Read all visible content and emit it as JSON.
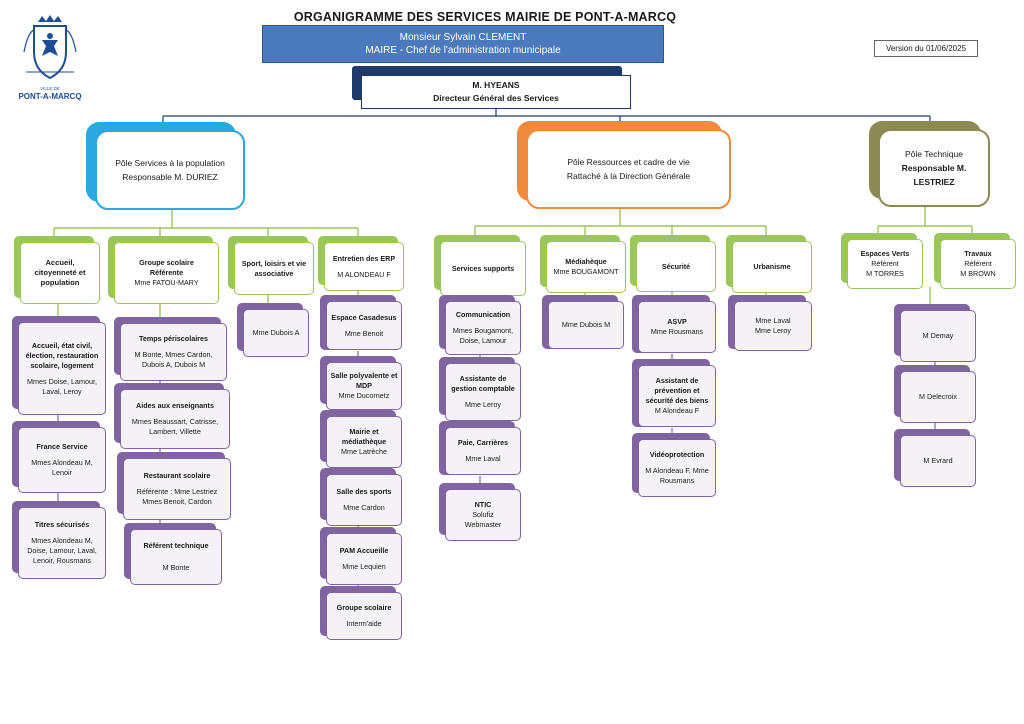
{
  "title": "ORGANIGRAMME DES SERVICES MAIRIE DE PONT-A-MARCQ",
  "logo": {
    "small": "VILLE DE",
    "name": "PONT-A-MARCQ"
  },
  "version": "Version du 01/06/2025",
  "mayor": {
    "name": "Monsieur Sylvain CLEMENT",
    "role": "MAIRE - Chef de l'administration municipale"
  },
  "dgs": {
    "name": "M. HYEANS",
    "role": "Directeur Général des Services"
  },
  "colors": {
    "blue": "#4a79bc",
    "navy": "#1f3a6a",
    "cyan": "#29a9e0",
    "orange": "#f08a3e",
    "olive": "#8b8a55",
    "green": "#9bc65a",
    "purple": "#8064a2"
  },
  "poles": {
    "population": {
      "line1": "Pôle Services à la population",
      "line2": "Responsable M. DURIEZ"
    },
    "ressources": {
      "line1": "Pôle Ressources et cadre de vie",
      "line2": "Rattaché à la Direction Générale"
    },
    "technique": {
      "line1": "Pôle Technique",
      "line2": "Responsable M.",
      "line3": "LESTRIEZ"
    }
  },
  "population": {
    "accueil": {
      "title": "Accueil, citoyenneté et population"
    },
    "accueil_etat": {
      "title": "Accueil, état civil, élection, restauration scolaire, logement",
      "people": "Mmes Doise, Lamour, Laval, Leroy"
    },
    "france_service": {
      "title": "France Service",
      "people": "Mmes Alondeau M, Lenoir"
    },
    "titres": {
      "title": "Titres sécurisés",
      "people": "Mmes Alondeau M, Doise, Lamour, Laval, Lenoir, Rousmans"
    },
    "groupe_scolaire": {
      "title": "Groupe scolaire",
      "role": "Référente",
      "people": "Mme FATOU-MARY"
    },
    "temps_periscolaires": {
      "title": "Temps périscolaires",
      "people": "M Bonte, Mmes Cardon, Dubois A, Dubois M"
    },
    "aides": {
      "title": "Aides aux enseignants",
      "people": "Mmes Beaussart, Catrisse, Lambert, Villette"
    },
    "restaurant": {
      "title": "Restaurant scolaire",
      "role": "Référente   : Mme Lestriez",
      "people": "Mmes Benoit, Cardon"
    },
    "referent_technique": {
      "title": "Référent technique",
      "people": "M Bonte"
    },
    "sport": {
      "title": "Sport, loisirs et vie associative"
    },
    "sport_person": {
      "people": "Mme Dubois A"
    },
    "entretien": {
      "title": "Entretien des ERP",
      "people": "M ALONDEAU F"
    },
    "casadesus": {
      "title": "Espace Casadesus",
      "people": "Mme Benoit"
    },
    "salle_poly": {
      "title": "Salle polyvalente et MDP",
      "people": "Mme Ducornetz"
    },
    "mairie_media": {
      "title": "Mairie et médiathèque",
      "people": "Mme Latrèche"
    },
    "salle_sports": {
      "title": "Salle des sports",
      "people": "Mme Cardon"
    },
    "pam": {
      "title": "PAM Accueille",
      "people": "Mme Lequien"
    },
    "groupe_scolaire2": {
      "title": "Groupe scolaire",
      "people": "Interm'aide"
    }
  },
  "ressources": {
    "supports": {
      "title": "Services supports"
    },
    "communication": {
      "title": "Communication",
      "people": "Mmes Bougamont, Doise, Lamour"
    },
    "assistante": {
      "title": "Assistante de gestion comptable",
      "people": "Mme Leroy"
    },
    "paie": {
      "title": "Paie, Carrières",
      "people": "Mme Laval"
    },
    "ntic": {
      "title": "NTIC",
      "line2": "Solufiz",
      "line3": "Webmaster"
    },
    "mediatheque": {
      "title": "Médiahèque",
      "people": "Mme BOUGAMONT"
    },
    "mediatheque_person": {
      "people": "Mme Dubois M"
    },
    "securite": {
      "title": "Sécurité"
    },
    "asvp": {
      "title": "ASVP",
      "people": "Mme Rousmans"
    },
    "assistant_prev": {
      "title": "Assistant de prévention et sécurité des biens",
      "people": "M Alondeau F"
    },
    "video": {
      "title": "Vidéoprotection",
      "people": "M Alondeau F, Mme Rousmans"
    },
    "urbanisme": {
      "title": "Urbanisme"
    },
    "urbanisme_people": {
      "line1": "Mme Laval",
      "line2": "Mme Leroy"
    }
  },
  "technique": {
    "espaces_verts": {
      "title": "Espaces Verts",
      "role": "Référent",
      "people": "M TORRES"
    },
    "travaux": {
      "title": "Travaux",
      "role": "Référent",
      "people": "M BROWN"
    },
    "demay": {
      "people": "M Demay"
    },
    "delecroix": {
      "people": "M Delecroix"
    },
    "evrard": {
      "people": "M Evrard"
    }
  }
}
